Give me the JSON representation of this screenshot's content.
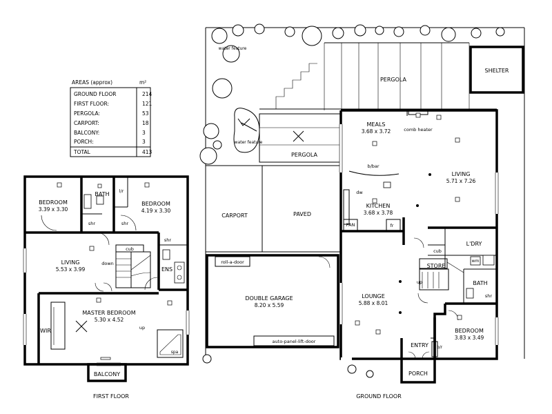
{
  "areas_table": {
    "header_label": "AREAS (approx)",
    "header_unit": "m²",
    "rows": [
      {
        "name": "GROUND FLOOR",
        "value": "214"
      },
      {
        "name": "FIRST FLOOR:",
        "value": "121"
      },
      {
        "name": "PERGOLA:",
        "value": "53"
      },
      {
        "name": "CARPORT:",
        "value": "18"
      },
      {
        "name": "BALCONY:",
        "value": "3"
      },
      {
        "name": "PORCH:",
        "value": "3"
      }
    ],
    "total": {
      "name": "TOTAL",
      "value": "413"
    }
  },
  "first_floor": {
    "caption": "FIRST FLOOR",
    "bedroom1": {
      "name": "BEDROOM",
      "dims": "3.39 x 3.30"
    },
    "bath": "BATH",
    "bedroom2": {
      "name": "BEDROOM",
      "dims": "4.19 x 3.30"
    },
    "lir": "l/r",
    "shr_left": "shr",
    "shr_right": "shr",
    "living": {
      "name": "LIVING",
      "dims": "5.53 x 3.99"
    },
    "cub": "cub",
    "down": "down",
    "ens": "ENS",
    "master": {
      "name": "MASTER BEDROOM",
      "dims": "5.30 x 4.52"
    },
    "wir": "WIR",
    "up": "up",
    "spa": "spa",
    "balcony": "BALCONY"
  },
  "site": {
    "water_feature_top": "water feature",
    "water_feature_mid": "water feature",
    "pergola_top": "PERGOLA",
    "shelter": "SHELTER",
    "pergola_mid": "PERGOLA",
    "carport": "CARPORT",
    "paved": "PAVED"
  },
  "ground_floor": {
    "caption": "GROUND FLOOR",
    "meals": {
      "name": "MEALS",
      "dims": "3.68 x 3.72"
    },
    "comb_heater": "comb heater",
    "living": {
      "name": "LIVING",
      "dims": "5.71 x 7.26"
    },
    "bbar": "b/bar",
    "dw": "dw",
    "kitchen": {
      "name": "KITCHEN",
      "dims": "3.68 x 3.78"
    },
    "pan": "PAN",
    "fr": "fr",
    "cub": "cub",
    "ldry": "L'DRY",
    "wm": "wm",
    "roll_a_door": "roll-a-door",
    "garage": {
      "name": "DOUBLE GARAGE",
      "dims": "8.20 x 5.59"
    },
    "auto_door": "auto-panel-lift-door",
    "store": "STORE",
    "lounge": {
      "name": "LOUNGE",
      "dims": "5.88 x 8.01"
    },
    "up": "up",
    "bath": "BATH",
    "shr": "shr",
    "bedroom": {
      "name": "BEDROOM",
      "dims": "3.83 x 3.49"
    },
    "entry": "ENTRY",
    "br": "b/r",
    "porch": "PORCH"
  }
}
